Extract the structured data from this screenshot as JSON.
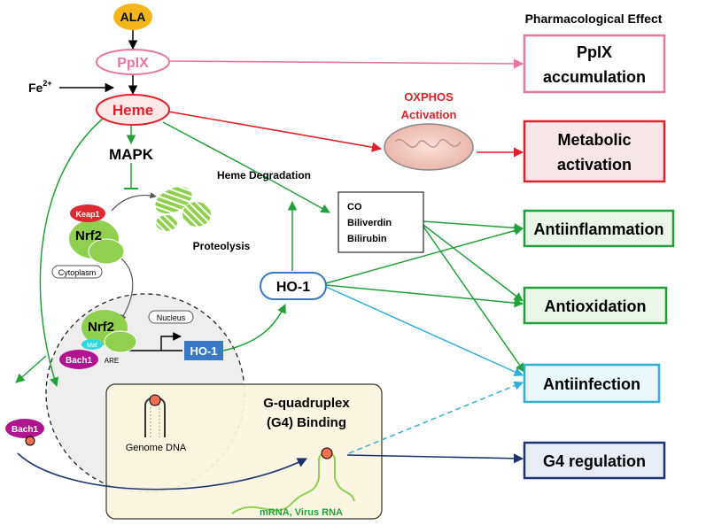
{
  "header": {
    "effect_title": "Pharmacological  Effect"
  },
  "nodes": {
    "ala": "ALA",
    "fe": "Fe",
    "fe_sup": "2+",
    "pplx": "PpIX",
    "heme": "Heme",
    "mapk": "MAPK",
    "heme_degradation": "Heme Degradation",
    "proteolysis": "Proteolysis",
    "keap1": "Keap1",
    "nrf2_top": "Nrf2",
    "cytoplasm": "Cytoplasm",
    "nucleus": "Nucleus",
    "nrf2_nucleus": "Nrf2",
    "maf": "Maf",
    "bach1_nucleus": "Bach1",
    "are": "ARE",
    "ho1_gene": "HO-1",
    "ho1_protein": "HO-1",
    "oxphos_line1": "OXPHOS",
    "oxphos_line2": "Activation",
    "products": [
      "CO",
      "Biliverdin",
      "Bilirubin"
    ],
    "g4_line1": "G-quadruplex",
    "g4_line2": "(G4) Binding",
    "genome_dna": "Genome DNA",
    "rna": "mRNA, Virus RNA",
    "bach1_free": "Bach1"
  },
  "effects": [
    {
      "lines": [
        "PpIX",
        "accumulation"
      ],
      "color": "#e8759f",
      "bg": "#ffffff"
    },
    {
      "lines": [
        "Metabolic",
        "activation"
      ],
      "color": "#e0202a",
      "bg": "#f6e6e8"
    },
    {
      "lines": [
        "Antiinflammation"
      ],
      "color": "#22a03a",
      "bg": "#e9f6e8"
    },
    {
      "lines": [
        "Antioxidation"
      ],
      "color": "#22a03a",
      "bg": "#e9f6e8"
    },
    {
      "lines": [
        "Antiinfection"
      ],
      "color": "#2fb0d8",
      "bg": "#eaf7fb"
    },
    {
      "lines": [
        "G4 regulation"
      ],
      "color": "#1d3470",
      "bg": "#e8ecf5"
    }
  ],
  "colors": {
    "green": "#22a03a",
    "red": "#e0202a",
    "pink": "#e8759f",
    "cyan": "#2fb0d8",
    "navy": "#1d3470",
    "ala_fill": "#f2b51a",
    "bach1_fill": "#b0148e",
    "keap1_fill": "#e02830",
    "nrf2_fill": "#8fd14f",
    "ho1_fill": "#3a78c4"
  }
}
